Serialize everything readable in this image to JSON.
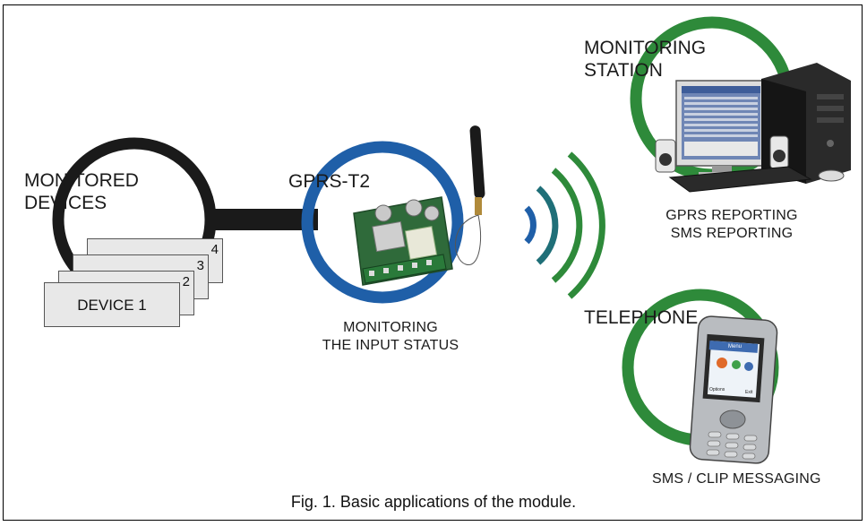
{
  "labels": {
    "monitored_devices": [
      "MONITORED",
      "DEVICES"
    ],
    "module_name": "GPRS-T2",
    "module_desc": [
      "MONITORING",
      "THE INPUT STATUS"
    ],
    "monitoring_station": [
      "MONITORING",
      "STATION"
    ],
    "station_desc": [
      "GPRS REPORTING",
      "SMS REPORTING"
    ],
    "telephone": "TELEPHONE",
    "telephone_desc": "SMS / CLIP MESSAGING"
  },
  "devices": {
    "main_label": "DEVICE 1",
    "numbers": [
      "2",
      "3",
      "4"
    ]
  },
  "phone_screen": {
    "menu_title": "Menu",
    "left_softkey": "Options",
    "right_softkey": "Exit"
  },
  "caption": "Fig. 1. Basic applications of the module.",
  "colors": {
    "device_ring": "#1a1a1a",
    "module_ring": "#1f5fa8",
    "station_ring": "#2e8a3a",
    "telephone_ring": "#2e8a3a",
    "waves_inner": "#1f5fa8",
    "waves_outer": "#2e8a3a"
  }
}
